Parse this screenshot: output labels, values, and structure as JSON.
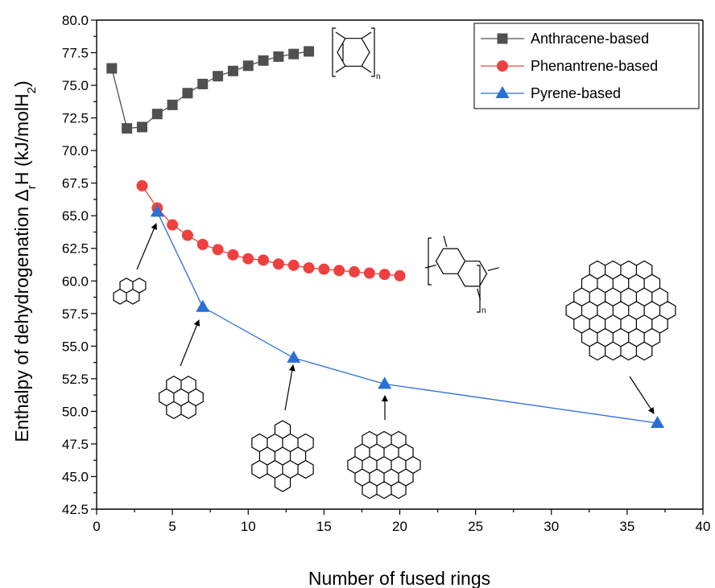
{
  "chart_data": {
    "type": "scatter",
    "xlabel": "Number of fused rings",
    "ylabel_main": "Enthalpy of dehydrogenation Δ",
    "ylabel_sub_r": "r",
    "ylabel_mid": "H (kJ/molH",
    "ylabel_sub_2": "2",
    "ylabel_end": ")",
    "xlim": [
      0,
      40
    ],
    "ylim": [
      42.5,
      80.0
    ],
    "xticks": [
      "0",
      "5",
      "10",
      "15",
      "20",
      "25",
      "30",
      "35",
      "40"
    ],
    "yticks": [
      "42.5",
      "45.0",
      "47.5",
      "50.0",
      "52.5",
      "55.0",
      "57.5",
      "60.0",
      "62.5",
      "65.0",
      "67.5",
      "70.0",
      "72.5",
      "75.0",
      "77.5",
      "80.0"
    ],
    "grid": false,
    "legend_position": "top-right",
    "series": [
      {
        "name": "Anthracene-based",
        "marker": "square",
        "color": "#505050",
        "x": [
          1,
          2,
          3,
          4,
          5,
          6,
          7,
          8,
          9,
          10,
          11,
          12,
          13,
          14
        ],
        "y": [
          76.3,
          71.7,
          71.8,
          72.8,
          73.5,
          74.4,
          75.1,
          75.7,
          76.1,
          76.5,
          76.9,
          77.2,
          77.4,
          77.6
        ]
      },
      {
        "name": "Phenantrene-based",
        "marker": "circle",
        "color": "#ef4040",
        "x": [
          3,
          4,
          5,
          6,
          7,
          8,
          9,
          10,
          11,
          12,
          13,
          14,
          15,
          16,
          17,
          18,
          19,
          20
        ],
        "y": [
          67.3,
          65.6,
          64.3,
          63.5,
          62.8,
          62.4,
          62.0,
          61.7,
          61.6,
          61.3,
          61.2,
          61.0,
          60.9,
          60.8,
          60.7,
          60.6,
          60.5,
          60.4
        ]
      },
      {
        "name": "Pyrene-based",
        "marker": "triangle",
        "color": "#2b6fd6",
        "x": [
          4,
          7,
          13,
          19,
          37
        ],
        "y": [
          65.3,
          58.0,
          54.1,
          52.1,
          49.1
        ]
      }
    ],
    "polymer_subscript": "n"
  }
}
